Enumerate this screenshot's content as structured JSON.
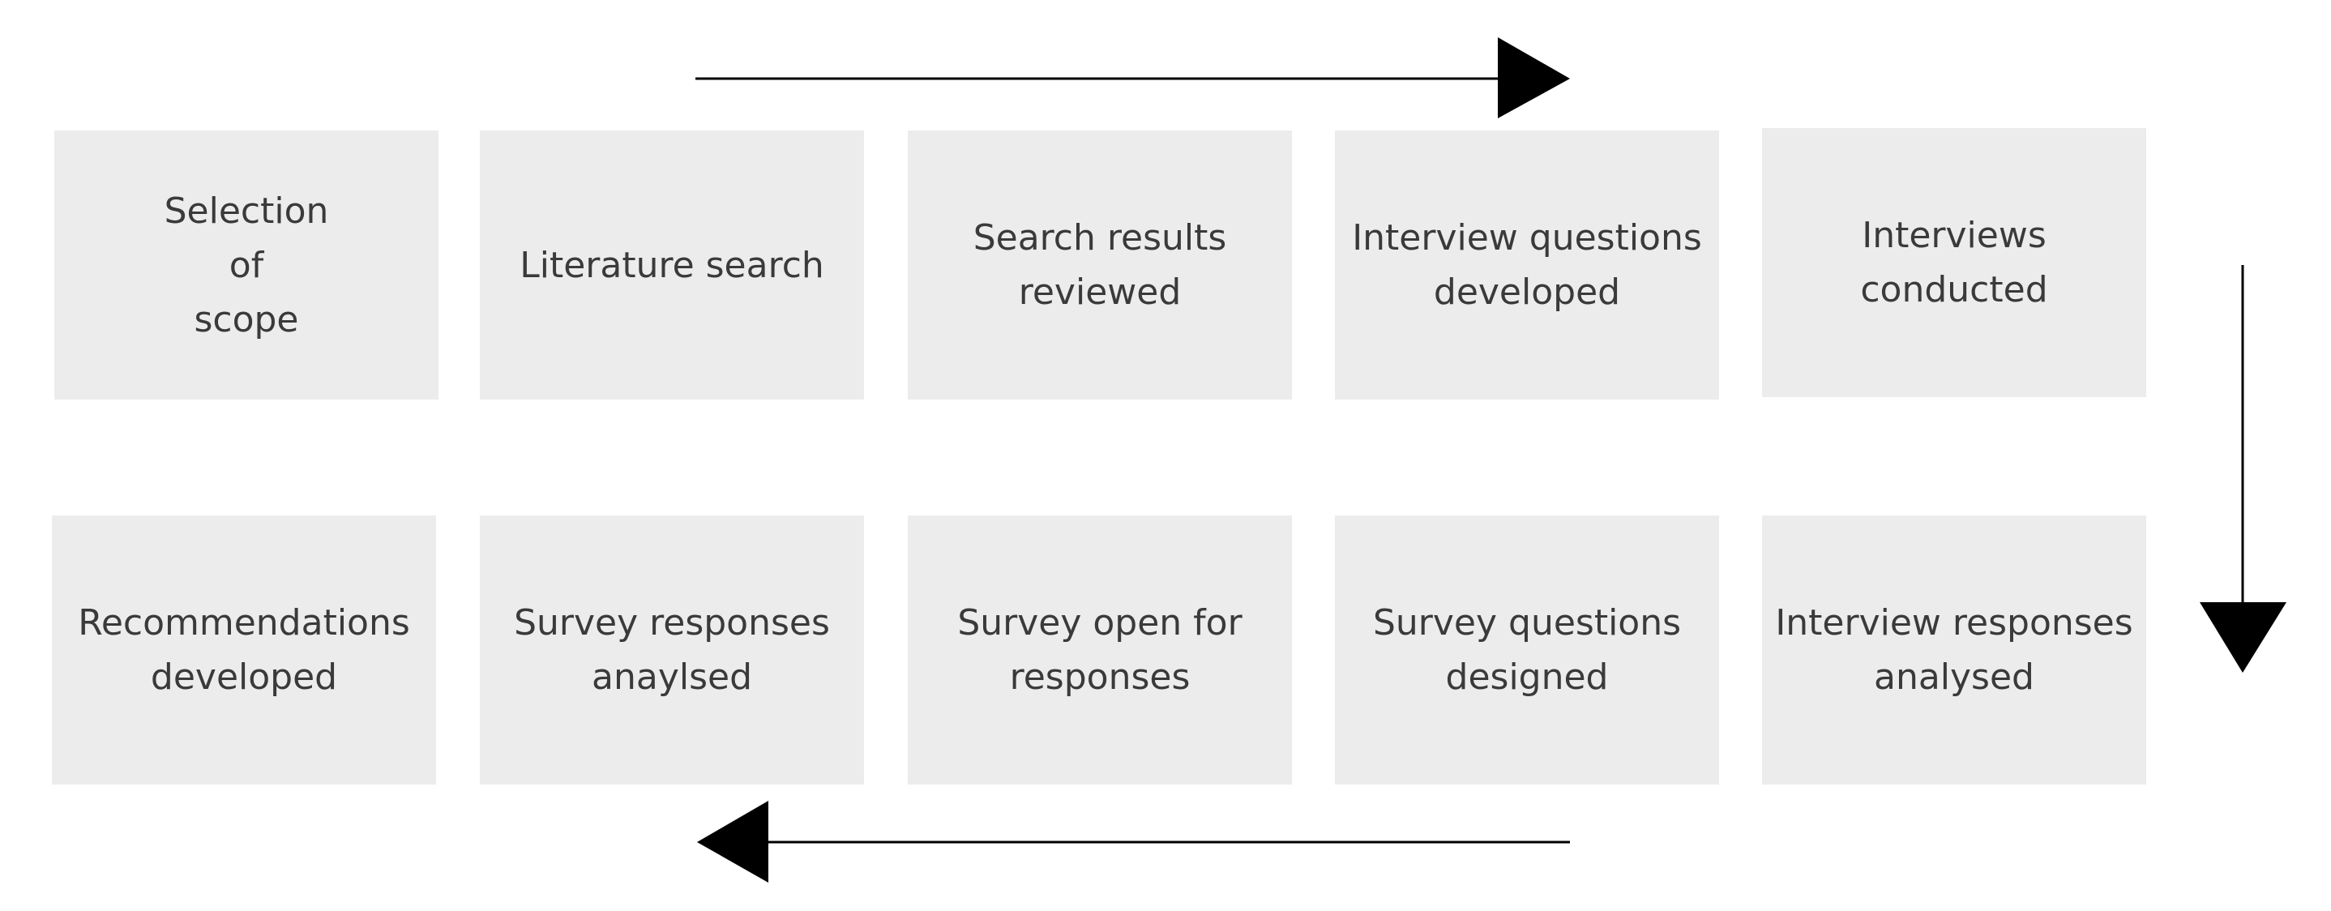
{
  "diagram": {
    "type": "process-flow",
    "steps": [
      {
        "label": "Selection\nof\nscope"
      },
      {
        "label": "Literature search"
      },
      {
        "label": "Search results\nreviewed"
      },
      {
        "label": "Interview questions\ndeveloped"
      },
      {
        "label": "Interviews\nconducted"
      },
      {
        "label": "Recommendations\ndeveloped"
      },
      {
        "label": "Survey responses\nanaylsed"
      },
      {
        "label": "Survey open for\nresponses"
      },
      {
        "label": "Survey questions\ndesigned"
      },
      {
        "label": "Interview responses\nanalysed"
      }
    ],
    "arrows": [
      {
        "direction": "right"
      },
      {
        "direction": "down"
      },
      {
        "direction": "left"
      }
    ],
    "colors": {
      "box_fill": "#ececec",
      "text": "#3a3a3a",
      "arrow": "#000000"
    }
  }
}
